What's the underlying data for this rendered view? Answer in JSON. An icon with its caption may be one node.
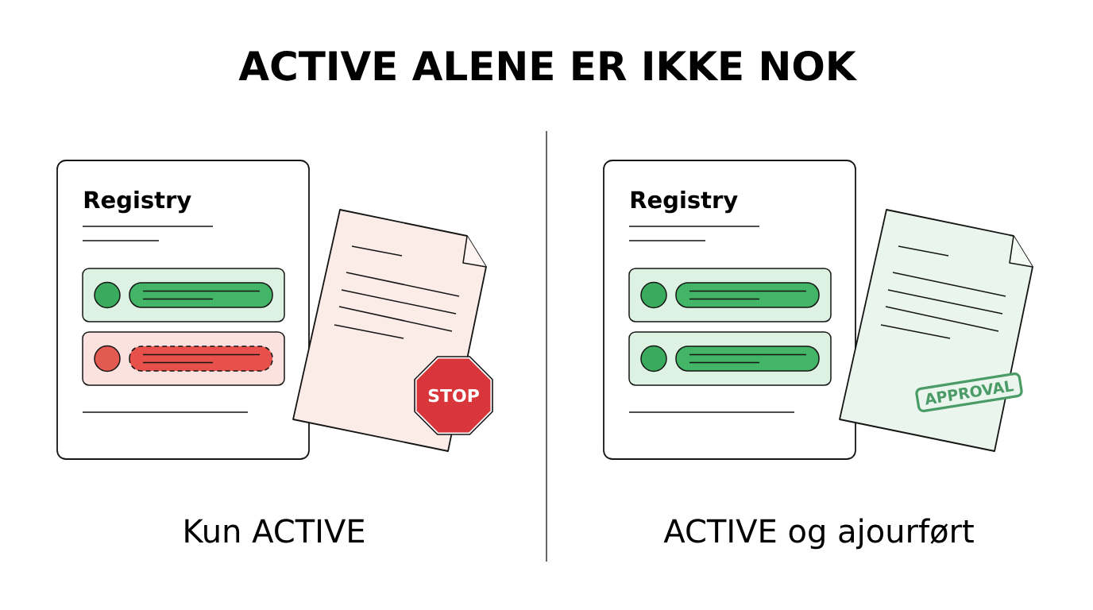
{
  "diagram": {
    "title": "ACTIVE ALENE ER IKKE NOK",
    "nodes": [
      {
        "text": [
          "Registry"
        ]
      },
      {
        "text": [
          "STOP"
        ]
      },
      {
        "text": [
          "Registry"
        ]
      },
      {
        "text": [
          "APPROVAL"
        ]
      }
    ],
    "labels": [
      "Kun ACTIVE",
      "ACTIVE og ajourført"
    ]
  }
}
